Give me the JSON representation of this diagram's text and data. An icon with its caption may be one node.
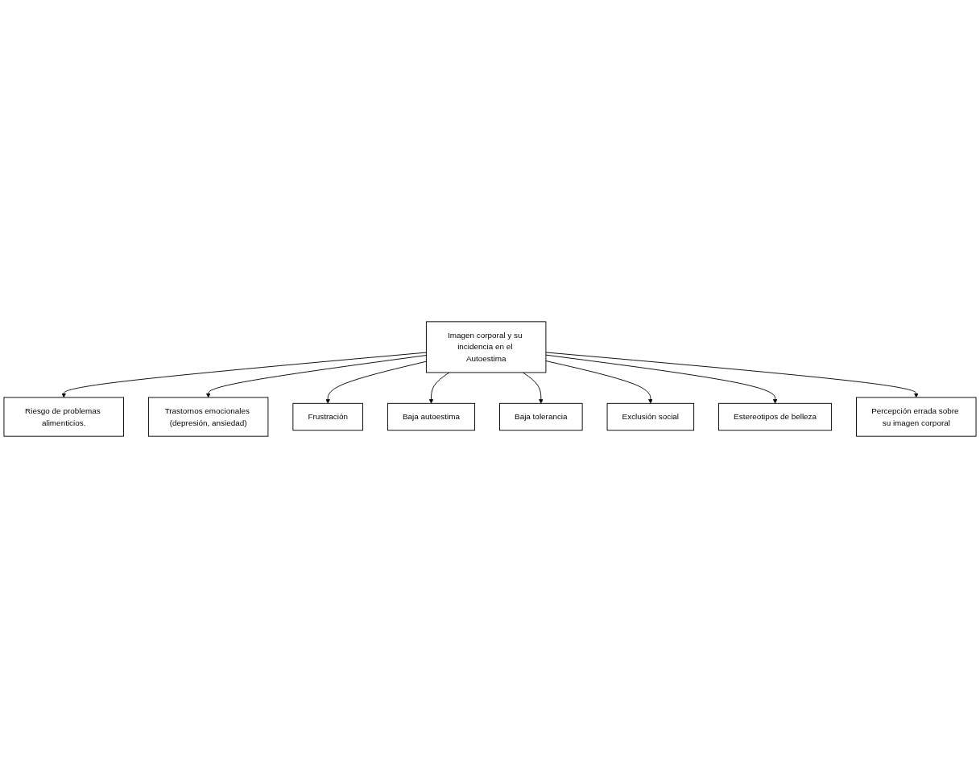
{
  "diagram": {
    "nodes": [
      {
        "text": [
          "Riesgo de problemas alimenticios."
        ]
      },
      {
        "text": [
          "Trastornos emocionales (depresión, ansiedad)"
        ]
      },
      {
        "text": [
          "Frustración"
        ]
      },
      {
        "text": [
          "Baja autoestima"
        ]
      },
      {
        "text": [
          "Imagen corporal y su incidencia en el Autoestima"
        ]
      },
      {
        "text": [
          "Baja tolerancia"
        ]
      },
      {
        "text": [
          "Exclusión social"
        ]
      },
      {
        "text": [
          "Estereotipos de belleza"
        ]
      },
      {
        "text": [
          "Percepción errada sobre su imagen corporal"
        ]
      }
    ],
    "edges": [
      {
        "from": 4,
        "to": 0,
        "arrow": "to"
      },
      {
        "from": 4,
        "to": 1,
        "arrow": "to"
      },
      {
        "from": 4,
        "to": 2,
        "arrow": "to"
      },
      {
        "from": 4,
        "to": 3,
        "arrow": "to"
      },
      {
        "from": 4,
        "to": 5,
        "arrow": "to"
      },
      {
        "from": 4,
        "to": 6,
        "arrow": "to"
      },
      {
        "from": 4,
        "to": 7,
        "arrow": "to"
      },
      {
        "from": 4,
        "to": 8,
        "arrow": "to"
      }
    ]
  }
}
